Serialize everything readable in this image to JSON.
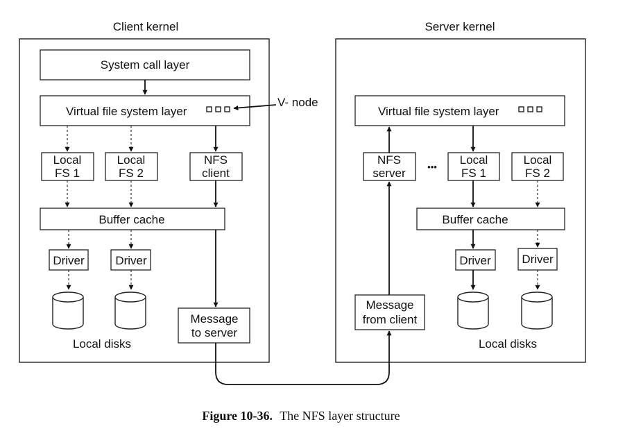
{
  "client": {
    "title": "Client kernel",
    "system_call_layer": "System call layer",
    "vfs_layer": "Virtual file system layer",
    "local_fs1": [
      "Local",
      "FS 1"
    ],
    "local_fs2": [
      "Local",
      "FS 2"
    ],
    "nfs_client": [
      "NFS",
      "client"
    ],
    "buffer_cache": "Buffer cache",
    "driver1": "Driver",
    "driver2": "Driver",
    "message": [
      "Message",
      "to server"
    ],
    "disks_label": "Local disks"
  },
  "server": {
    "title": "Server kernel",
    "vfs_layer": "Virtual file system layer",
    "nfs_server": [
      "NFS",
      "server"
    ],
    "ellipsis": "•••",
    "local_fs1": [
      "Local",
      "FS 1"
    ],
    "local_fs2": [
      "Local",
      "FS 2"
    ],
    "buffer_cache": "Buffer cache",
    "driver1": "Driver",
    "driver2": "Driver",
    "message": [
      "Message",
      "from client"
    ],
    "disks_label": "Local disks"
  },
  "vnode_label": "V- node",
  "caption": {
    "figure": "Figure 10-36.",
    "text": "The NFS layer structure"
  }
}
